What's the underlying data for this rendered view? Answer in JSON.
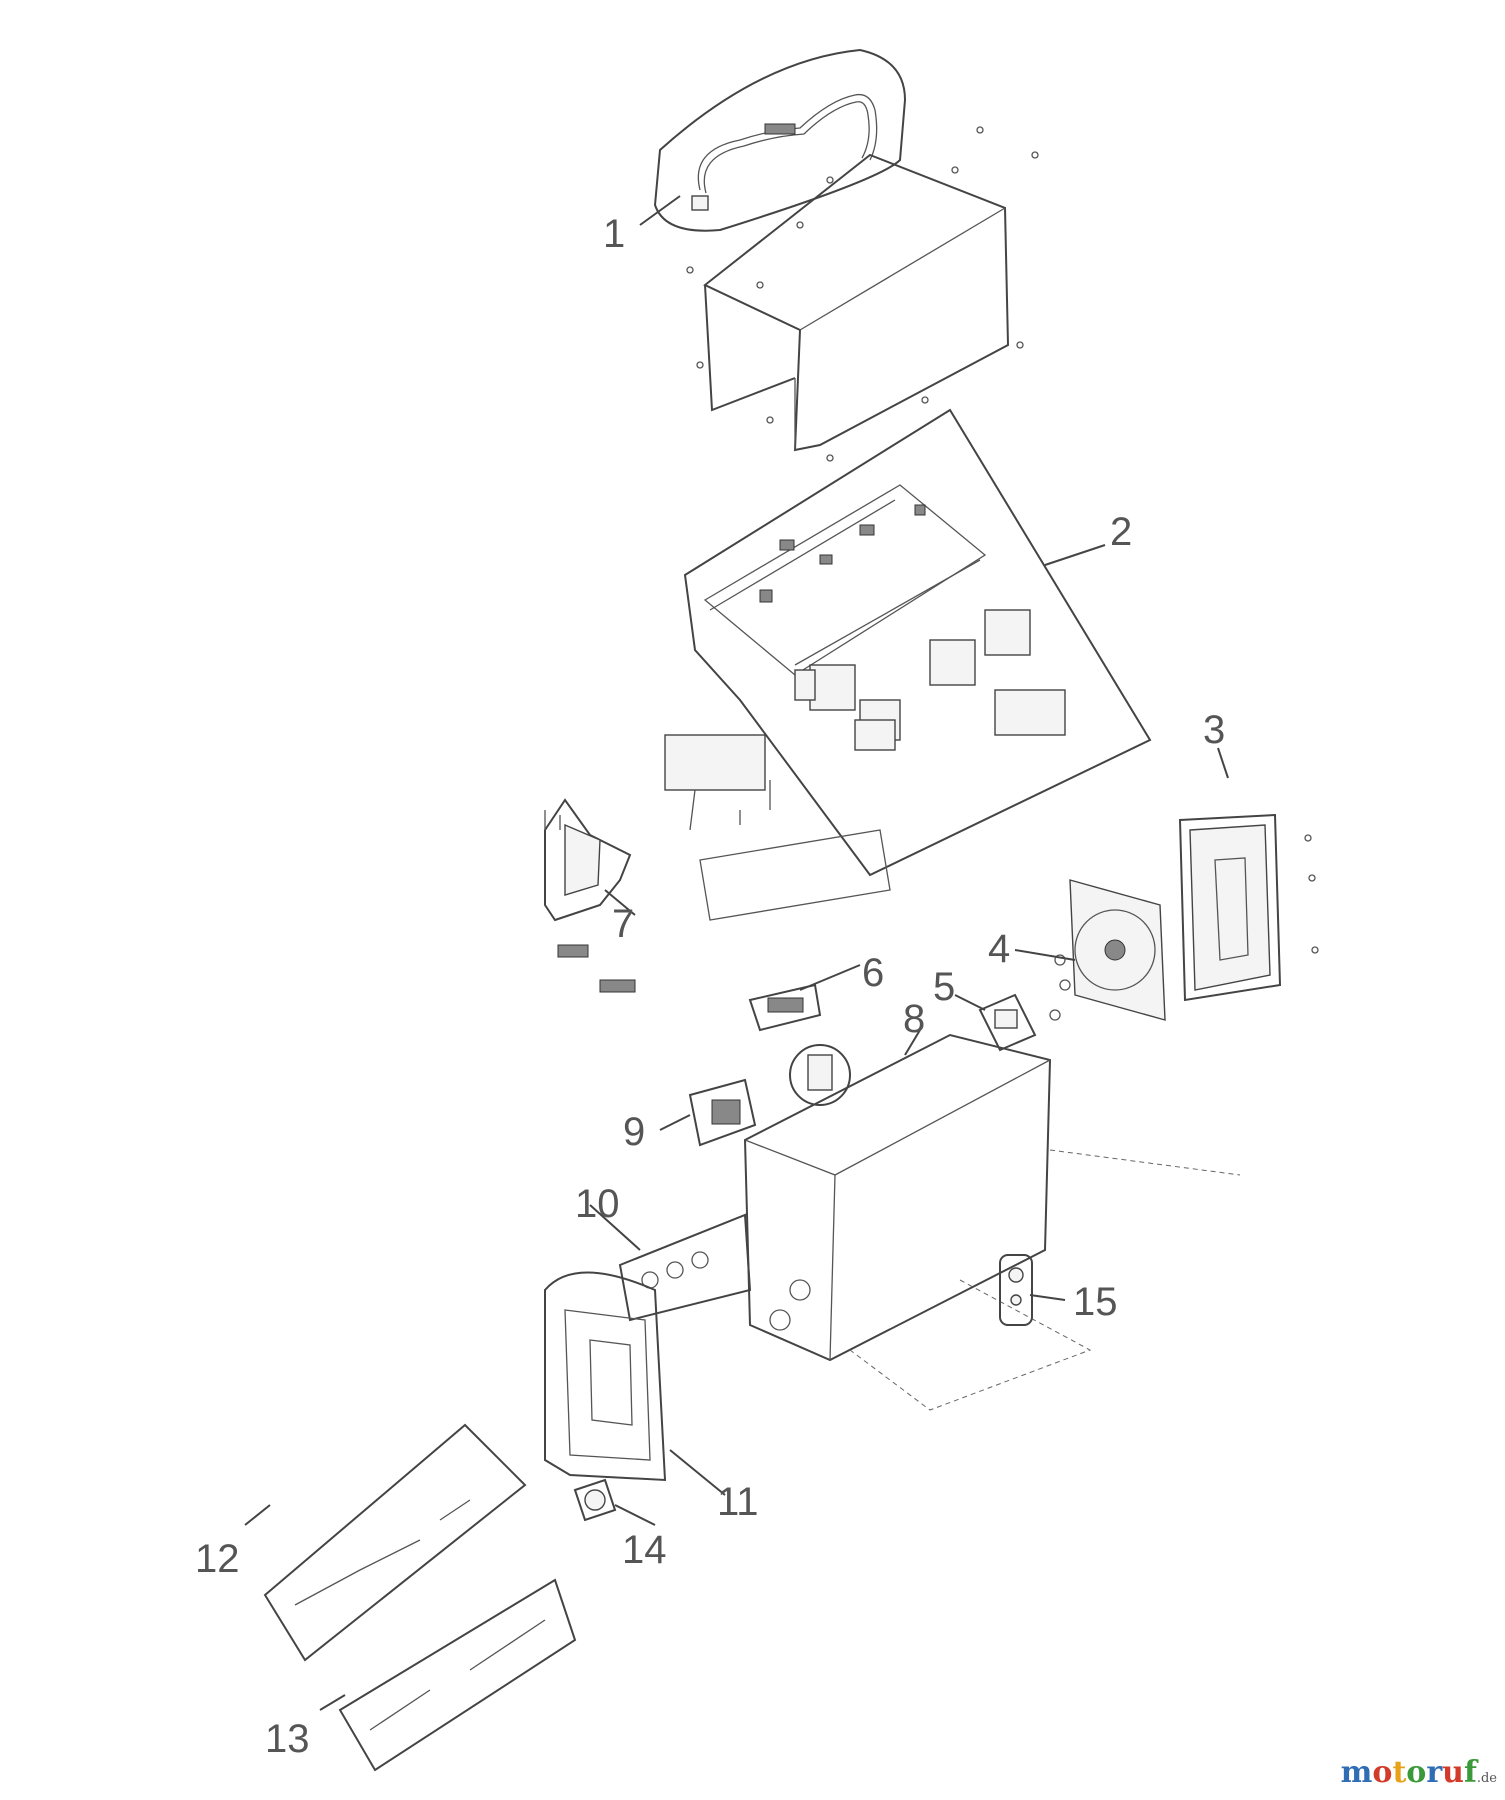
{
  "labels": [
    "1",
    "2",
    "3",
    "4",
    "5",
    "6",
    "7",
    "8",
    "9",
    "10",
    "11",
    "12",
    "13",
    "14",
    "15"
  ],
  "watermark": {
    "name": "motoruf",
    "tld": ".de",
    "colors": [
      "#2f6db5",
      "#d23a2a",
      "#e8a21a",
      "#3a9a3a",
      "#2f6db5",
      "#d23a2a",
      "#3a9a3a"
    ]
  }
}
